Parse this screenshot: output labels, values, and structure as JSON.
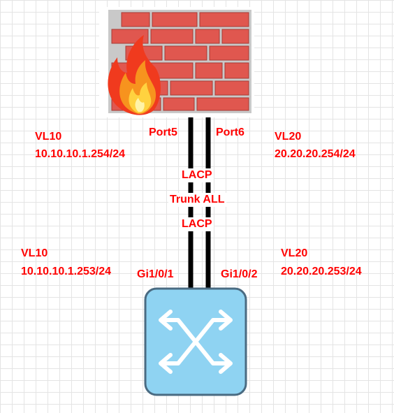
{
  "firewall": {
    "icon": "firewall-icon",
    "left": {
      "vlan": "VL10",
      "ip": "10.10.10.1.254/24",
      "port": "Port5"
    },
    "right": {
      "vlan": "VL20",
      "ip": "20.20.20.254/24",
      "port": "Port6"
    }
  },
  "link": {
    "lacp_top": "LACP",
    "trunk": "Trunk ALL",
    "lacp_bottom": "LACP"
  },
  "switch": {
    "icon": "switch-icon",
    "left": {
      "vlan": "VL10",
      "ip": "10.10.10.1.253/24",
      "port": "Gi1/0/1"
    },
    "right": {
      "vlan": "VL20",
      "ip": "20.20.20.253/24",
      "port": "Gi1/0/2"
    }
  },
  "colors": {
    "label": "#ff0000",
    "brick": "#e0574f",
    "switch_fill": "#8fd3f2",
    "switch_stroke": "#4a6b82"
  }
}
